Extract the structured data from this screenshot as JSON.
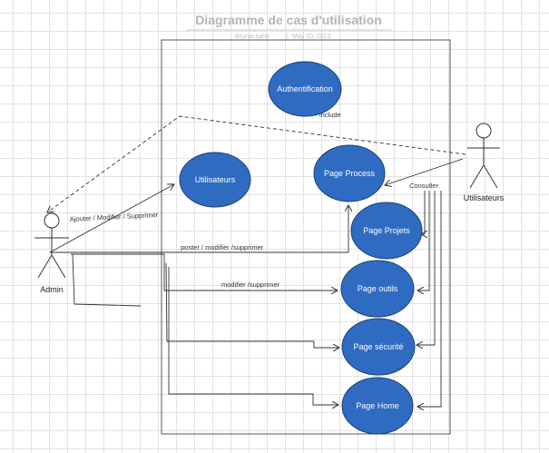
{
  "header": {
    "title": "Diagramme de cas d'utilisation",
    "author": "dounia.sahli",
    "separator": "|",
    "date": "May 20, 2023"
  },
  "actors": {
    "admin": "Admin",
    "user": "Utilisateurs"
  },
  "use_cases": {
    "authentification": "Authentification",
    "utilisateurs": "Utilisateurs",
    "page_process": "Page Process",
    "page_projets": "Page Projets",
    "page_outils": "Page outils",
    "page_securite": "Page sécurité",
    "page_home": "Page Home"
  },
  "edge_labels": {
    "include": "include",
    "consulter": "Consulter",
    "ajouter": "Ajouter / Modifier / Supprimer",
    "poster": "poster / modifier /supprimer",
    "modifier": "modifier /supprimer"
  },
  "colors": {
    "use_case_fill": "#2f6bc1",
    "use_case_stroke": "#1d3f73",
    "line": "#333333",
    "system_border": "#555555"
  }
}
